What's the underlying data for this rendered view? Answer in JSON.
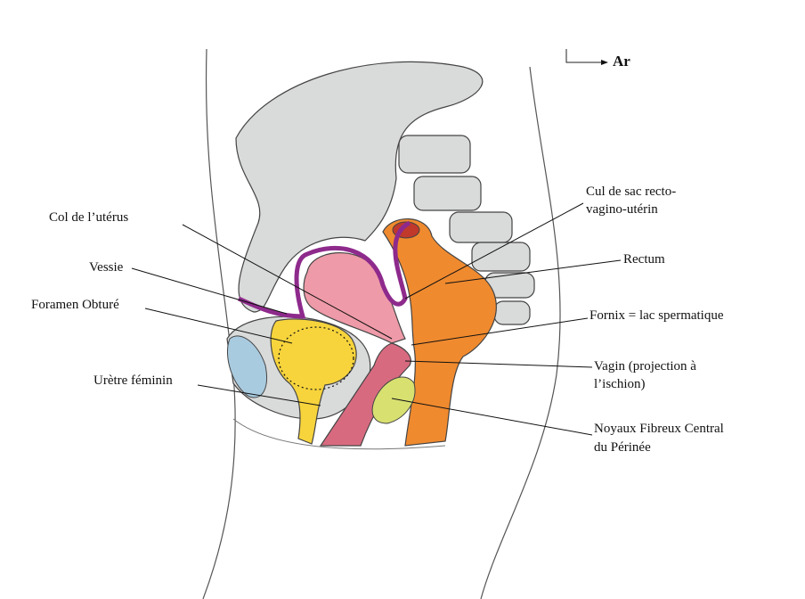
{
  "orientation": {
    "label": "Ar"
  },
  "labels": {
    "col_uterus": "Col de l’utérus",
    "vessie": "Vessie",
    "foramen": "Foramen Obturé",
    "uretre": "Urètre féminin",
    "cul_de_sac_1": "Cul de sac recto-",
    "cul_de_sac_2": "vagino-utérin",
    "rectum": "Rectum",
    "fornix": "Fornix = lac spermatique",
    "vagin_1": "Vagin (projection à",
    "vagin_2": "l’ischion)",
    "noyaux_1": "Noyaux Fibreux Central",
    "noyaux_2": "du Périnée"
  },
  "colors": {
    "bone": "#d9dada",
    "rectum": "#f08a2e",
    "uterus": "#ee9aa8",
    "bladder": "#f7d43c",
    "peritoneum": "#8e2a8c",
    "foramen": "#a9cbe0",
    "vagina": "#d86a80",
    "nucleus": "#d8e070"
  }
}
